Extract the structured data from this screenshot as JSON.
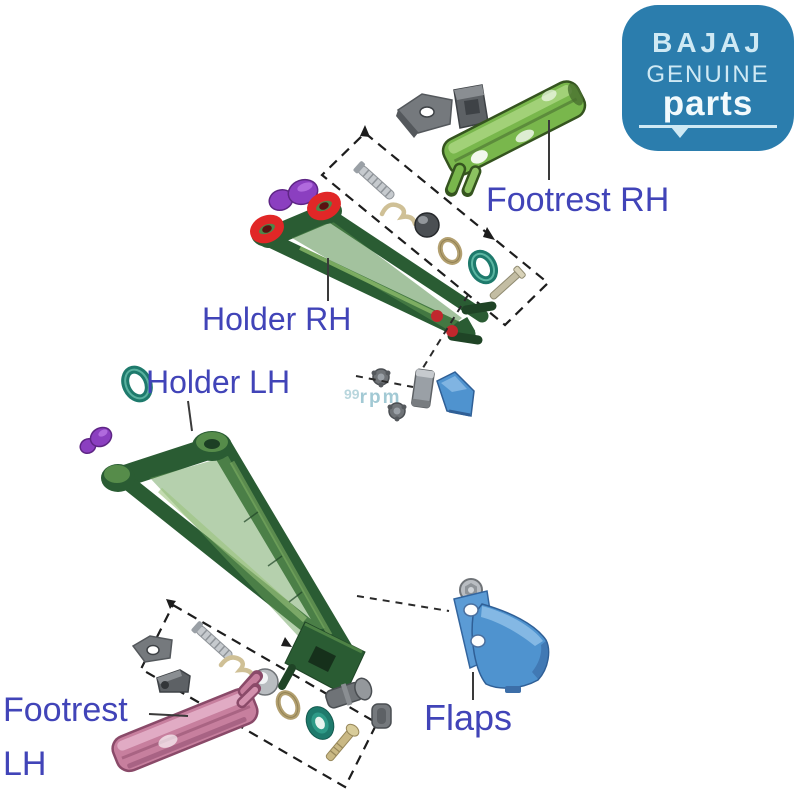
{
  "page": {
    "background": "#ffffff"
  },
  "logo": {
    "brand": "BAJAJ",
    "line2": "GENUINE",
    "line3": "parts",
    "bg_color": "#2b7dad",
    "text_color": "#cfe9f4"
  },
  "labels": {
    "footrest_rh": "Footrest RH",
    "holder_rh": "Holder RH",
    "holder_lh": "Holder LH",
    "footrest_lh_line1": "Footrest",
    "footrest_lh_line2": "LH",
    "flaps": "Flaps",
    "text_color": "#4144b8"
  },
  "watermark": {
    "prefix": "99",
    "text": "rpm",
    "color": "#9ec7d2"
  },
  "palette": {
    "footrest_rh": "#79b74c",
    "footrest_lh": "#c77f9e",
    "holder_green": "#2a5c33",
    "holder_inner": "#6ba15c",
    "flap_blue": "#4f93cf",
    "flap_highlight": "#8abde6",
    "bushing_red": "#e12727",
    "oring_teal": "#1e7a6c",
    "oring_gold": "#b3a070",
    "purple": "#8b3fc0",
    "gray": "#6f7377",
    "silver": "#b9bdc1",
    "beige_clip": "#cfc096",
    "label_blue": "#4144b8",
    "logo_blue": "#2b7dad"
  },
  "parts": [
    {
      "name": "footrest-rh",
      "color": "#79b74c"
    },
    {
      "name": "footrest-lh",
      "color": "#c77f9e"
    },
    {
      "name": "holder-rh",
      "color": "#2a5c33"
    },
    {
      "name": "holder-lh",
      "color": "#2a5c33"
    },
    {
      "name": "flap-large",
      "color": "#4f93cf"
    },
    {
      "name": "flap-small",
      "color": "#4f93cf"
    },
    {
      "name": "bushing-red",
      "color": "#e12727"
    },
    {
      "name": "oring-teal",
      "color": "#1e7a6c"
    },
    {
      "name": "oring-gold",
      "color": "#b3a070"
    },
    {
      "name": "bolt-purple",
      "color": "#8b3fc0"
    },
    {
      "name": "hardware-gray",
      "color": "#6f7377"
    }
  ]
}
